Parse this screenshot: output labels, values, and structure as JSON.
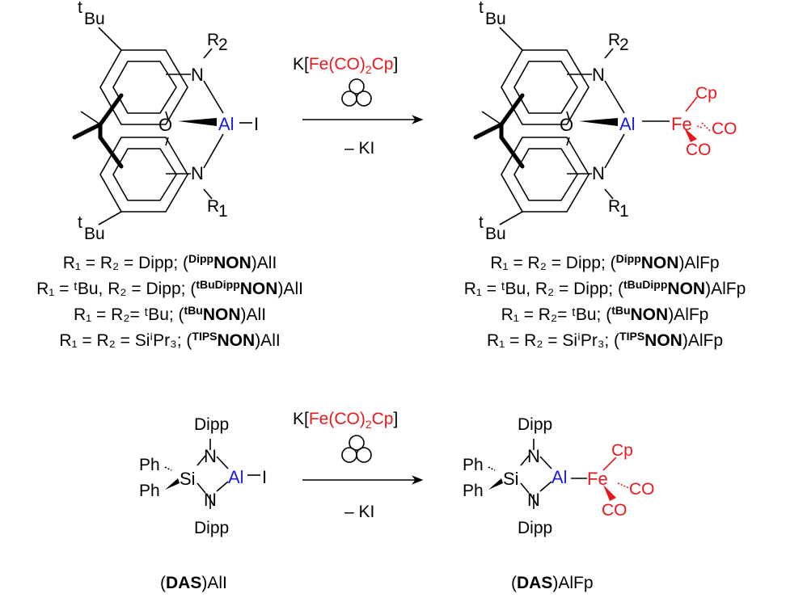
{
  "colors": {
    "metal": "#e8191c",
    "aluminium": "#1a1ae0",
    "text": "#000000"
  },
  "atoms": {
    "tBu_sup": "t",
    "tBu": "Bu",
    "N": "N",
    "O": "O",
    "Al": "Al",
    "I": "I",
    "Fe": "Fe",
    "Si": "Si",
    "R": "R",
    "sub1": "1",
    "sub2": "2",
    "Cp": "Cp",
    "CO": "CO",
    "Ph": "Ph",
    "Dipp": "Dipp"
  },
  "arrow_top": {
    "reagent_prefix": "K[",
    "reagent_fe": "Fe(CO)",
    "reagent_sub": "2",
    "reagent_cp": "Cp",
    "reagent_suffix": "]",
    "condition_icon": "heat-icon",
    "byproduct": "– KI"
  },
  "arrow_bottom": {
    "reagent_prefix": "K[",
    "reagent_fe": "Fe(CO)",
    "reagent_sub": "2",
    "reagent_cp": "Cp",
    "reagent_suffix": "]",
    "condition_icon": "heat-icon",
    "byproduct": "– KI"
  },
  "legend_left": [
    {
      "def": "R₁ = R₂ = Dipp; (",
      "lig": "Dipp",
      "non": "NON",
      "end": ")AlI"
    },
    {
      "def": "R₁ = ᵗBu, R₂ = Dipp; (",
      "lig": "tBuDipp",
      "non": "NON",
      "end": ")AlI"
    },
    {
      "def": "R₁ = R₂= ᵗBu; (",
      "lig": "tBu",
      "non": "NON",
      "end": ")AlI"
    },
    {
      "def": "R₁ = R₂ = SiⁱPr₃; (",
      "lig": "TIPS",
      "non": "NON",
      "end": ")AlI"
    }
  ],
  "legend_right": [
    {
      "def": "R₁ = R₂ = Dipp; (",
      "lig": "Dipp",
      "non": "NON",
      "end": ")AlFp"
    },
    {
      "def": "R₁ = ᵗBu, R₂ = Dipp; (",
      "lig": "tBuDipp",
      "non": "NON",
      "end": ")AlFp"
    },
    {
      "def": "R₁ = R₂= ᵗBu; (",
      "lig": "tBu",
      "non": "NON",
      "end": ")AlFp"
    },
    {
      "def": "R₁ = R₂ = SiⁱPr₃; (",
      "lig": "TIPS",
      "non": "NON",
      "end": ")AlFp"
    }
  ],
  "label_das_left": {
    "open": "(",
    "bold": "DAS",
    "close": ")AlI"
  },
  "label_das_right": {
    "open": "(",
    "bold": "DAS",
    "close": ")AlFp"
  }
}
